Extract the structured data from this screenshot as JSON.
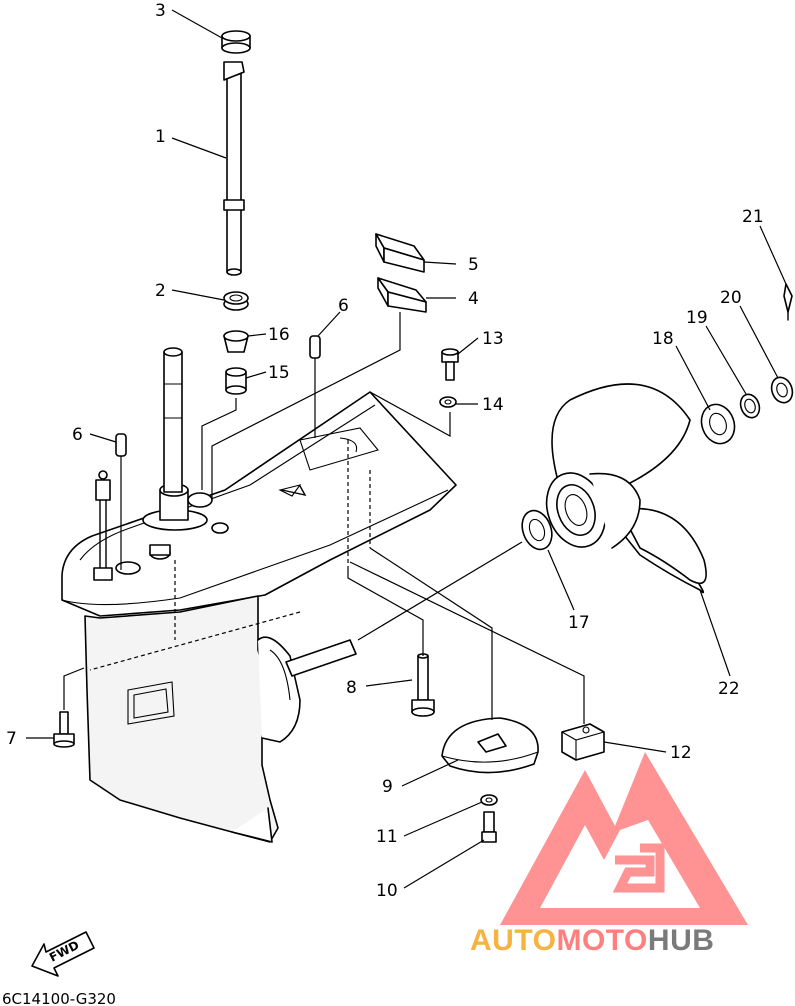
{
  "diagram": {
    "code": "6C14100-G320",
    "fwd_label": "FWD",
    "callouts": {
      "c1": "1",
      "c2": "2",
      "c3": "3",
      "c4": "4",
      "c5": "5",
      "c6a": "6",
      "c6b": "6",
      "c7": "7",
      "c8": "8",
      "c9": "9",
      "c10": "10",
      "c11": "11",
      "c12": "12",
      "c13": "13",
      "c14": "14",
      "c15": "15",
      "c16": "16",
      "c17": "17",
      "c18": "18",
      "c19": "19",
      "c20": "20",
      "c21": "21",
      "c22": "22"
    }
  },
  "watermark": {
    "word_auto": "AUTO",
    "word_moto": "MOTO",
    "word_hub": "HUB",
    "colors": {
      "auto": "#f6b33f",
      "moto": "#ff7f7f",
      "hub": "#7a7a7a",
      "triangle": "#ff7f7f"
    }
  }
}
